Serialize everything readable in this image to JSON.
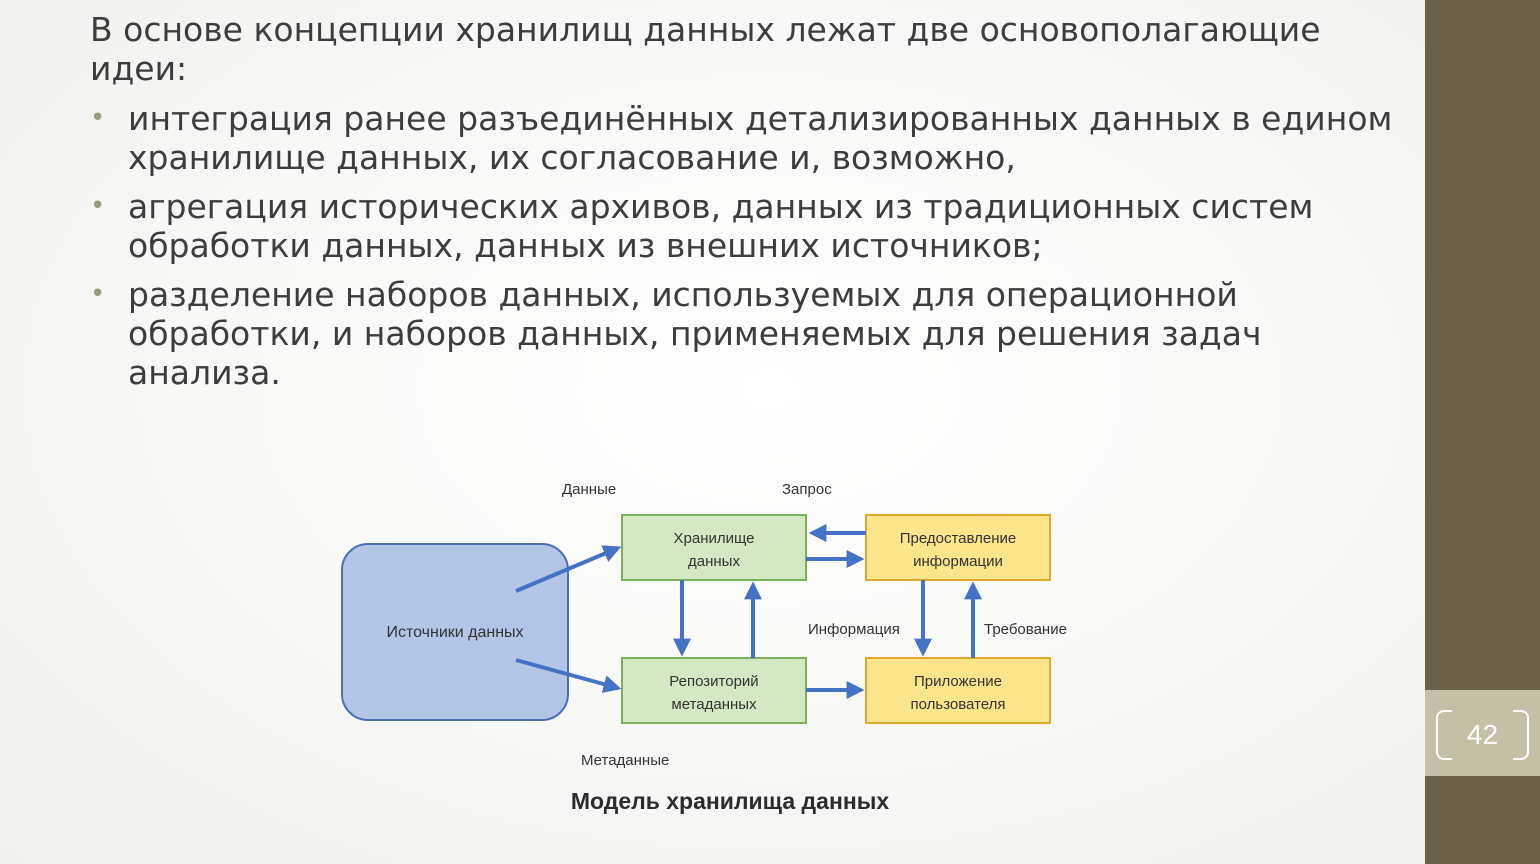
{
  "slide": {
    "intro": "В основе концепции хранилищ данных лежат две основополагающие идеи:",
    "bullets": [
      "интеграция ранее разъединённых детализированных данных в едином хранилище данных, их согласование и, возможно,",
      "агрегация исторических архивов, данных из традиционных систем обработки данных, данных из внешних источников;",
      "разделение наборов данных, используемых для операционной обработки, и наборов данных, применяемых для решения задач анализа."
    ],
    "page_number": "42"
  },
  "diagram": {
    "labels": {
      "data": "Данные",
      "request": "Запрос",
      "info": "Информация",
      "requirement": "Требование",
      "metadata": "Метаданные"
    },
    "boxes": {
      "sources": "Источники данных",
      "storage": [
        "Хранилище",
        "данных"
      ],
      "provision": [
        "Предоставление",
        "информации"
      ],
      "repository": [
        "Репозиторий",
        "метаданных"
      ],
      "app": [
        "Приложение",
        "пользователя"
      ]
    },
    "caption": "Модель хранилища данных"
  },
  "colors": {
    "sidebar": "#6b6148",
    "badge": "#c4c0a8",
    "green_box": "#d5e8c4",
    "green_border": "#7db05a",
    "yellow_box": "#fde58b",
    "yellow_border": "#e0a92c",
    "blue_box": "#b3c6e7",
    "blue_border": "#4a6fb5",
    "arrow": "#4472c4"
  }
}
